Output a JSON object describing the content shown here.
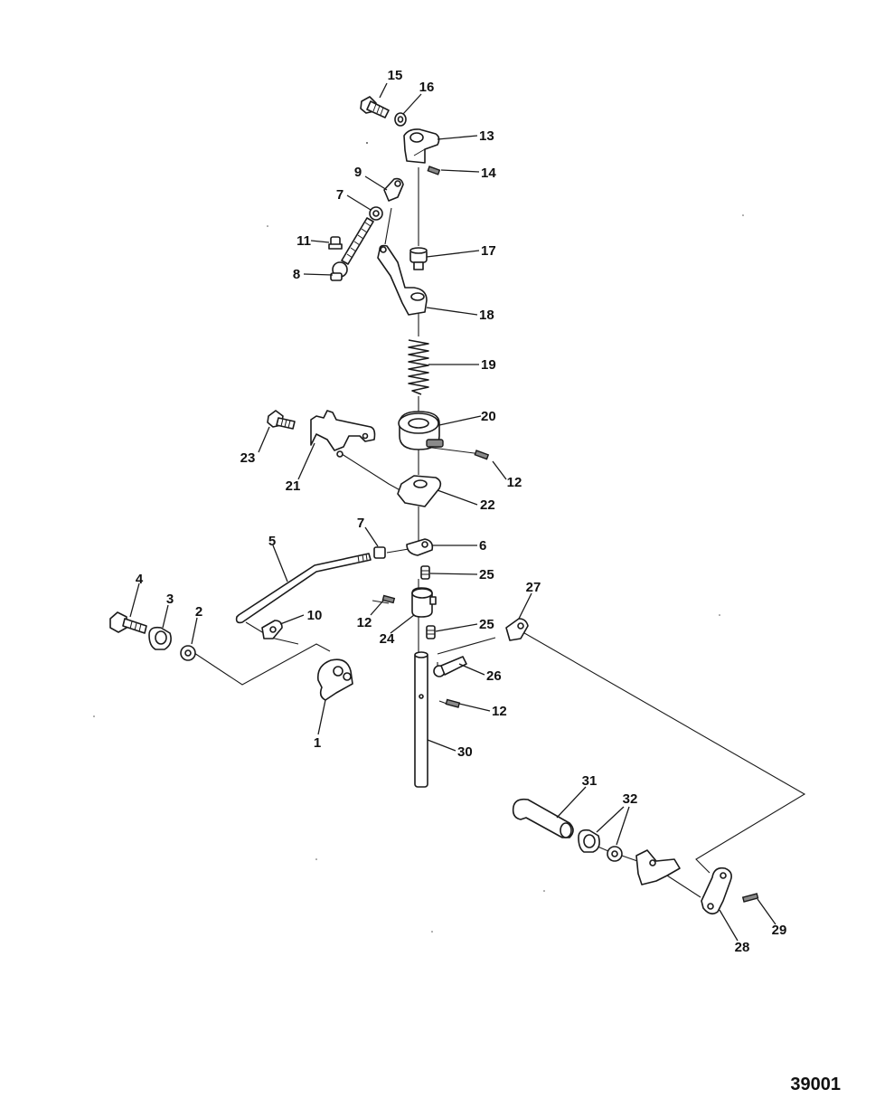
{
  "figure_number": "39001",
  "callouts": [
    {
      "id": "c15",
      "text": "15"
    },
    {
      "id": "c16",
      "text": "16"
    },
    {
      "id": "c13",
      "text": "13"
    },
    {
      "id": "c14",
      "text": "14"
    },
    {
      "id": "c9",
      "text": "9"
    },
    {
      "id": "c7a",
      "text": "7"
    },
    {
      "id": "c11",
      "text": "11"
    },
    {
      "id": "c8",
      "text": "8"
    },
    {
      "id": "c17",
      "text": "17"
    },
    {
      "id": "c18",
      "text": "18"
    },
    {
      "id": "c19",
      "text": "19"
    },
    {
      "id": "c20",
      "text": "20"
    },
    {
      "id": "c12a",
      "text": "12"
    },
    {
      "id": "c23",
      "text": "23"
    },
    {
      "id": "c21",
      "text": "21"
    },
    {
      "id": "c22",
      "text": "22"
    },
    {
      "id": "c7b",
      "text": "7"
    },
    {
      "id": "c6",
      "text": "6"
    },
    {
      "id": "c5",
      "text": "5"
    },
    {
      "id": "c25a",
      "text": "25"
    },
    {
      "id": "c4",
      "text": "4"
    },
    {
      "id": "c3",
      "text": "3"
    },
    {
      "id": "c2",
      "text": "2"
    },
    {
      "id": "c10",
      "text": "10"
    },
    {
      "id": "c12b",
      "text": "12"
    },
    {
      "id": "c24",
      "text": "24"
    },
    {
      "id": "c25b",
      "text": "25"
    },
    {
      "id": "c27",
      "text": "27"
    },
    {
      "id": "c26",
      "text": "26"
    },
    {
      "id": "c12c",
      "text": "12"
    },
    {
      "id": "c1",
      "text": "1"
    },
    {
      "id": "c30",
      "text": "30"
    },
    {
      "id": "c31",
      "text": "31"
    },
    {
      "id": "c32",
      "text": "32"
    },
    {
      "id": "c28",
      "text": "28"
    },
    {
      "id": "c29",
      "text": "29"
    }
  ]
}
